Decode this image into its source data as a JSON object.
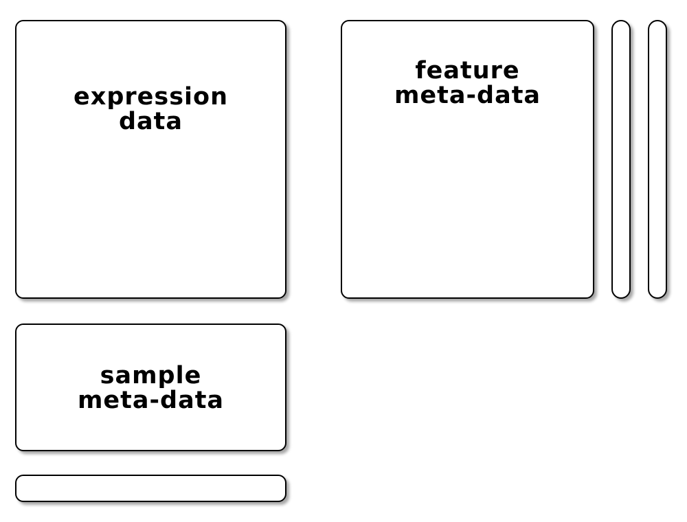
{
  "diagram": {
    "expression_box": {
      "label_line1": "expression",
      "label_line2": "data"
    },
    "feature_box": {
      "label_line1": "feature",
      "label_line2": "meta-data"
    },
    "sample_box": {
      "label_line1": "sample",
      "label_line2": "meta-data"
    },
    "colors": {
      "border": "#000000",
      "fill": "#ffffff"
    }
  }
}
